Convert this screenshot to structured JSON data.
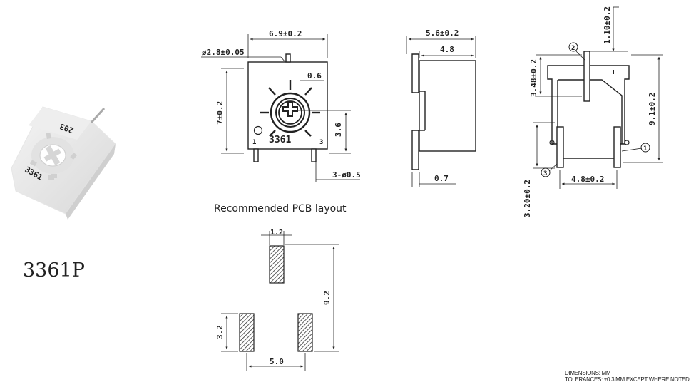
{
  "part_number": "3361P",
  "pcb_layout_label": "Recommended PCB layout",
  "notes": {
    "dimensions": "DIMENSIONS: MM",
    "tolerances": "TOLERANCES: ±0.3 MM EXCEPT WHERE NOTED"
  },
  "front_view": {
    "width_dim": "6.9±0.2",
    "shaft_dia_dim": "ø2.8±0.05",
    "slot_dim": "0.6",
    "height_dim": "7±0.2",
    "center_dim": "3.6",
    "pin_dia_dim": "3-ø0.5",
    "marking": "3361",
    "pin1_label": "1",
    "pin3_label": "3"
  },
  "side_view": {
    "overall_dim": "5.6±0.2",
    "body_dim": "4.8",
    "lead_dim": "0.7"
  },
  "pin_view": {
    "top_dim": "1.10±0.2",
    "upper_dim": "3.48±0.2",
    "overall_dim": "9.1±0.2",
    "lower_dim": "3.20±0.2",
    "spacing_dim": "4.8±0.2",
    "pin1": "1",
    "pin2": "2",
    "pin3": "3"
  },
  "pcb_layout": {
    "pad_width_dim": "1.2",
    "overall_dim": "9.2",
    "pad_height_dim": "3.2",
    "spacing_dim": "5.0"
  },
  "product_photo": {
    "top_marking": "203",
    "side_marking": "3361"
  }
}
